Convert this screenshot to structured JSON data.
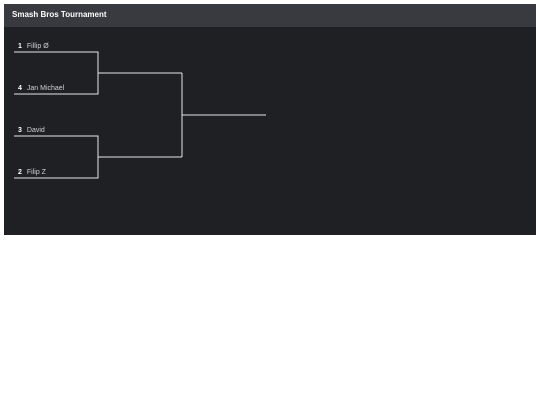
{
  "header": {
    "title": "Smash Bros Tournament"
  },
  "round1": [
    {
      "seed": "1",
      "name": "Fillip Ø"
    },
    {
      "seed": "4",
      "name": "Jan Michael"
    },
    {
      "seed": "3",
      "name": "David"
    },
    {
      "seed": "2",
      "name": "Filip Z"
    }
  ],
  "colors": {
    "panel": "#1f2023",
    "header": "#393a3f",
    "lines": "#e6e6e6",
    "text": "#cfd1d6"
  }
}
